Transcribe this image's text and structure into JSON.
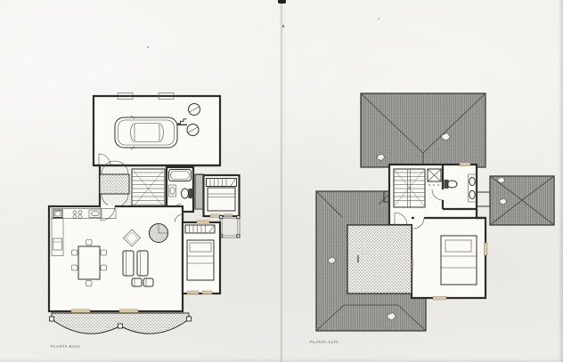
{
  "document": {
    "left_page_label": "PLANTA BAJA",
    "right_page_label": "PLANTA ALTA"
  },
  "colors": {
    "paper": "#f2f1ed",
    "room": "#fbfaf6",
    "ink": "#2e2c29",
    "label_ink": "#55524d",
    "sill": "#d9c7a3",
    "hatch": "#8f8d88",
    "roof_base": "#a1a09d",
    "roof_line": "#72706c",
    "roof_line_light": "#b8b6b2",
    "roof_edge": "#3c3b38"
  },
  "fixtures": {
    "ground_floor": [
      "garage",
      "car",
      "water-heater",
      "steps",
      "entry-porch",
      "stairs",
      "bathtub",
      "toilet",
      "sink",
      "closet",
      "wardrobe",
      "beds",
      "kitchen-counter",
      "stove",
      "fridge",
      "dining-table",
      "chairs",
      "rug",
      "fireplace",
      "sofas",
      "armchairs",
      "scalloped-terrace",
      "side-porch"
    ],
    "upper_floor": [
      "hip-roofs",
      "roof-vents",
      "stairs",
      "shower",
      "double-sink",
      "toilet",
      "bed",
      "balcony",
      "herringbone-terrace"
    ]
  }
}
